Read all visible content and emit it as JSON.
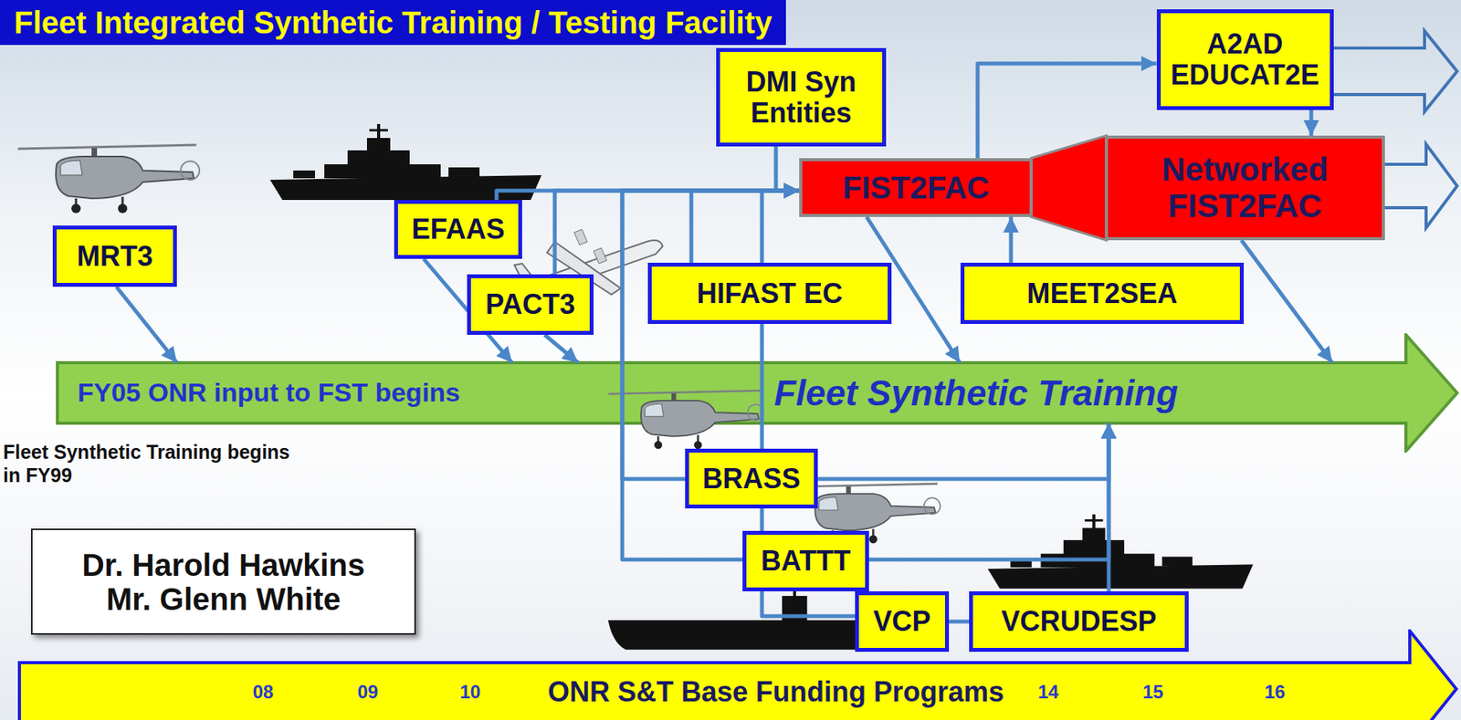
{
  "diagram": {
    "title": "Fleet Integrated Synthetic Training / Testing Facility",
    "nodes": [
      {
        "text": [
          "DMI Syn Entities"
        ]
      },
      {
        "text": [
          "A2AD EDUCAT2E"
        ]
      },
      {
        "text": [
          "FIST2FAC"
        ]
      },
      {
        "text": [
          "Networked FIST2FAC"
        ]
      },
      {
        "text": [
          "MRT3"
        ]
      },
      {
        "text": [
          "EFAAS"
        ]
      },
      {
        "text": [
          "PACT3"
        ]
      },
      {
        "text": [
          "HIFAST EC"
        ]
      },
      {
        "text": [
          "MEET2SEA"
        ]
      },
      {
        "text": [
          "FY05 ONR input to FST begins",
          "Fleet Synthetic Training"
        ]
      },
      {
        "text": [
          "BRASS"
        ]
      },
      {
        "text": [
          "BATTT"
        ]
      },
      {
        "text": [
          "Dr. Harold Hawkins",
          "Mr. Glenn White"
        ]
      },
      {
        "text": [
          "VCP"
        ]
      },
      {
        "text": [
          "VCRUDESP"
        ]
      },
      {
        "text": [
          "08",
          "09",
          "10",
          "ONR S&T Base Funding Programs",
          "14",
          "15",
          "16"
        ]
      }
    ],
    "edges": [
      {
        "from": 4,
        "to": 9,
        "arrow": "to"
      },
      {
        "from": 5,
        "to": 9,
        "arrow": "to"
      },
      {
        "from": 6,
        "to": 9,
        "arrow": "to"
      },
      {
        "from": 5,
        "to": 2,
        "arrow": "to"
      },
      {
        "from": 6,
        "to": 2,
        "arrow": "to"
      },
      {
        "from": 7,
        "to": 2,
        "arrow": "to"
      },
      {
        "from": 10,
        "to": 2,
        "arrow": "to"
      },
      {
        "from": 11,
        "to": 2,
        "arrow": "to"
      },
      {
        "from": 0,
        "to": 2,
        "arrow": "to"
      },
      {
        "from": 13,
        "to": 2,
        "arrow": "to"
      },
      {
        "from": 10,
        "to": 9,
        "arrow": "to"
      },
      {
        "from": 11,
        "to": 9,
        "arrow": "to"
      },
      {
        "from": 14,
        "to": 9,
        "arrow": "to"
      },
      {
        "from": 13,
        "to": 14,
        "arrow": "none"
      },
      {
        "from": 2,
        "to": 1,
        "arrow": "to"
      },
      {
        "from": 1,
        "to": 3,
        "arrow": "to"
      },
      {
        "from": 8,
        "to": 2,
        "arrow": "to"
      },
      {
        "from": 2,
        "to": 9,
        "arrow": "to"
      },
      {
        "from": 3,
        "to": 9,
        "arrow": "to"
      },
      {
        "from": 2,
        "to": 3,
        "arrow": "none"
      }
    ],
    "labels": [
      "Fleet Synthetic Training begins in FY99"
    ]
  }
}
